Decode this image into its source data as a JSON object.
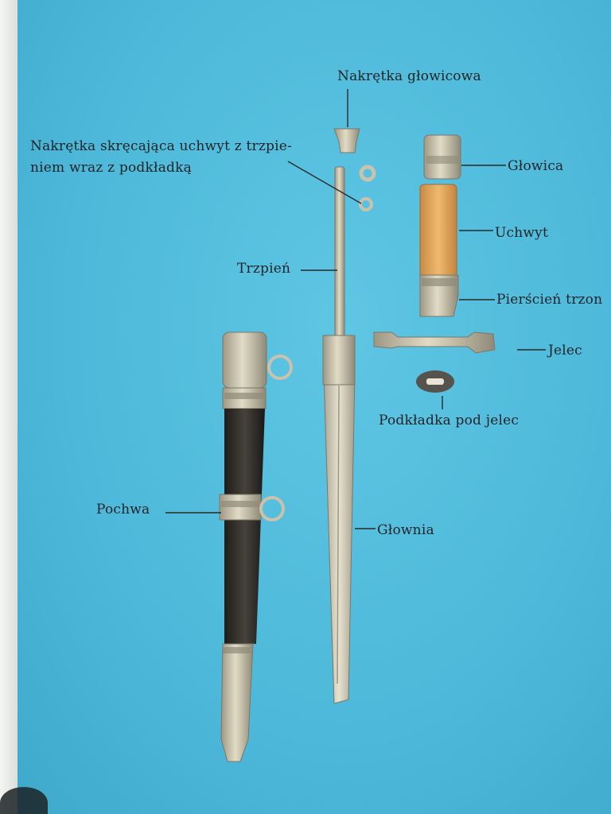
{
  "labels": {
    "nakretka_glowicowa": "Nakrętka głowicowa",
    "nakretka_skrecajaca_line1": "Nakrętka skręcająca uchwyt z trzpie-",
    "nakretka_skrecajaca_line2": "niem wraz z podkładką",
    "glowica": "Głowica",
    "uchwyt": "Uchwyt",
    "trzpien": "Trzpień",
    "pierscien_trzon": "Pierścień trzon",
    "jelec": "Jelec",
    "podkladka_pod_jelec": "Podkładka pod jelec",
    "pochwa": "Pochwa",
    "glownia": "Głownia"
  },
  "colors": {
    "background": "#4db8d9",
    "metal": "#c9c2ac",
    "scabbard_leather": "#2b2a26",
    "grip": "#e3a35a",
    "label_text": "#1f2326"
  }
}
